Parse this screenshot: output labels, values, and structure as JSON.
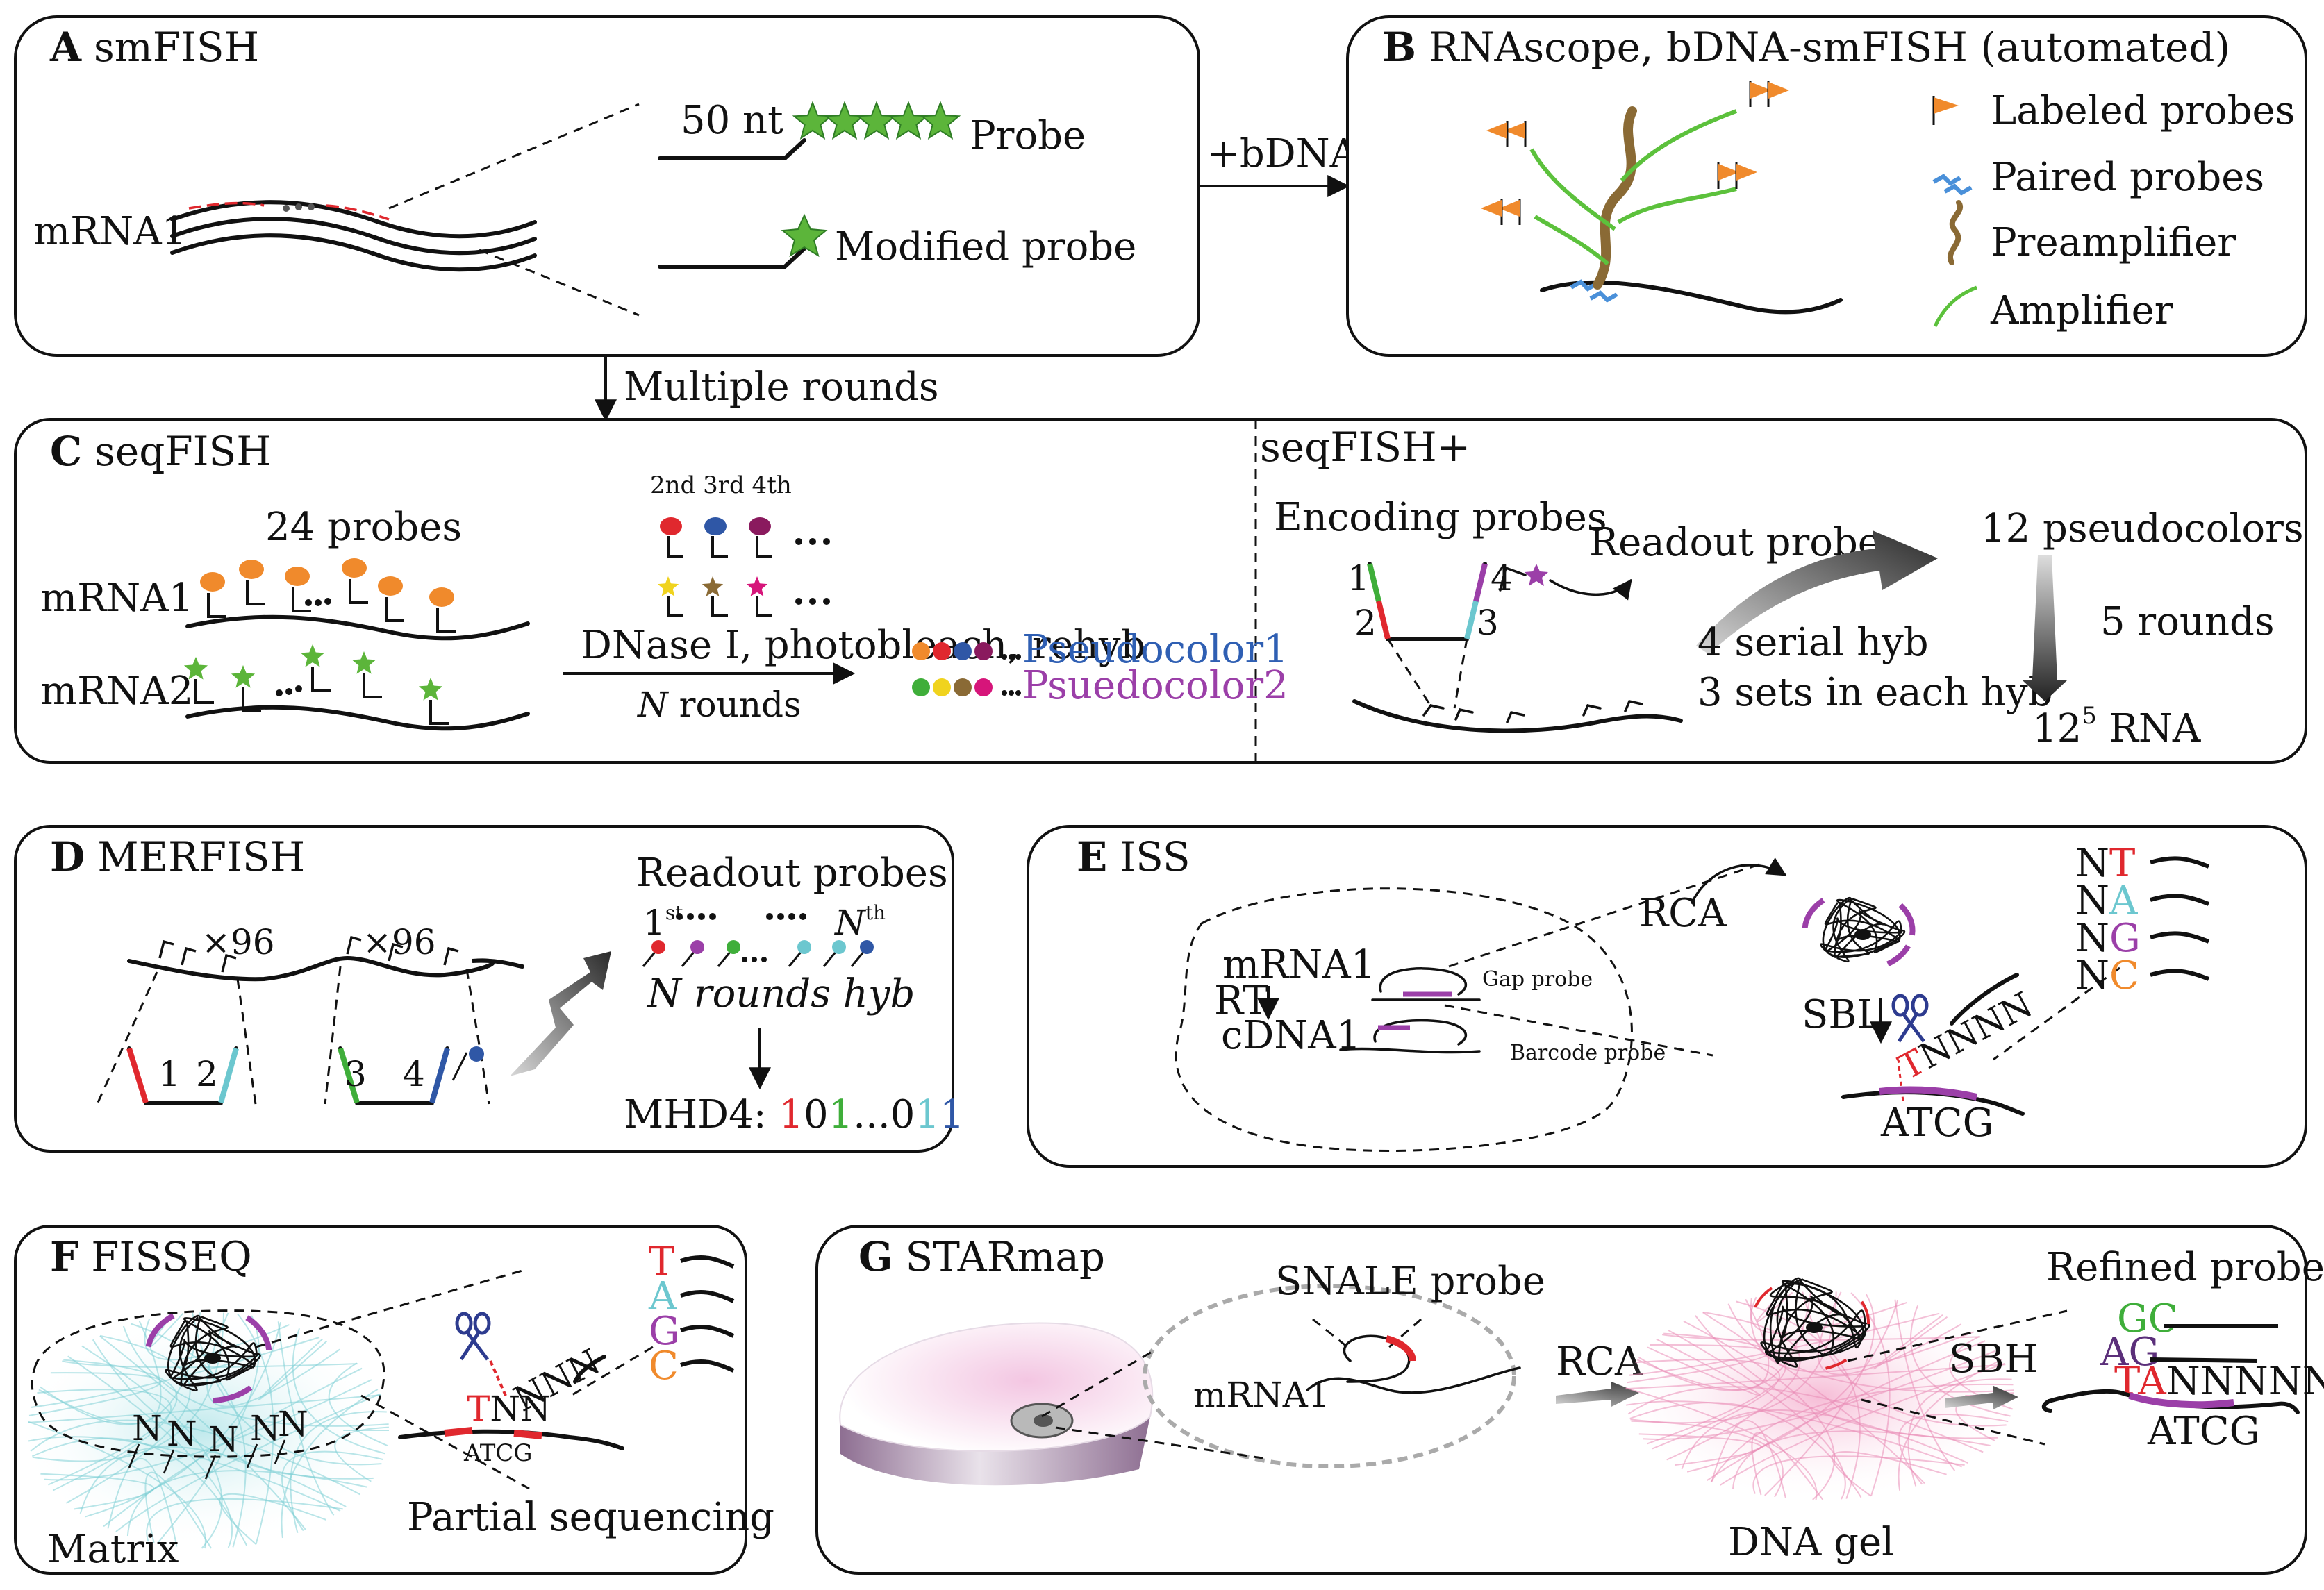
{
  "panels": {
    "A": {
      "letter": "A",
      "title": "smFISH",
      "mrna": "mRNA1",
      "nt": "50 nt",
      "probe": "Probe",
      "modified": "Modified probe"
    },
    "B": {
      "letter": "B",
      "title": "RNAscope, bDNA-smFISH (automated)",
      "legend": [
        "Labeled probes",
        "Paired probes",
        "Preamplifier",
        "Amplifier"
      ]
    },
    "AB_arrow": "+bDNA",
    "AC_arrow": "Multiple rounds",
    "C": {
      "letter": "C",
      "title": "seqFISH",
      "probes": "24 probes",
      "mrna1": "mRNA1",
      "mrna2": "mRNA2",
      "rounds_hdr": "2nd 3rd 4th",
      "process": "DNase I, photobleach, rehyb",
      "n": "N",
      "n_rounds": " rounds",
      "pc1": "Pseudocolor1",
      "pc2": "Psuedocolor2",
      "plus_title": "seqFISH+",
      "encoding": "Encoding probes",
      "readout": "Readout probe",
      "pseudocolors": "12 pseudocolors",
      "five_rounds": "5 rounds",
      "serial": "4 serial hyb",
      "sets": "3 sets in each hyb",
      "rna_base": "12",
      "rna_exp": "5",
      "rna_unit": " RNA",
      "n1": "1",
      "n2": "2",
      "n3": "3",
      "n4": "4"
    },
    "D": {
      "letter": "D",
      "title": "MERFISH",
      "x96": "×96",
      "readout": "Readout probes",
      "first": "1",
      "first_sup": "st",
      "nth": "N",
      "nth_sup": "th",
      "n_hyb": "N rounds hyb",
      "mhd": "MHD4: ",
      "code1": "1",
      "code2": "0",
      "code3": "1",
      "code4": "...0",
      "code5": "1",
      "code6": "1",
      "n1": "1",
      "n2": "2",
      "n3": "3",
      "n4": "4"
    },
    "E": {
      "letter": "E",
      "title": "ISS",
      "mrna": "mRNA1",
      "rt": "RT",
      "cdna": "cDNA1",
      "gap": "Gap probe",
      "barcode": "Barcode probe",
      "rca": "RCA",
      "sbl": "SBL",
      "tnnnn_t": "T",
      "tnnnn_rest": "NNNN",
      "atcg": "ATCG",
      "bases": [
        "T",
        "A",
        "G",
        "C"
      ],
      "n": "N"
    },
    "F": {
      "letter": "F",
      "title": "FISSEQ",
      "matrix": "Matrix",
      "partial": "Partial sequencing",
      "tnn_t": "T",
      "tnn_rest": "NN",
      "nnn": "NNN",
      "atcg": "ATCG",
      "bases": [
        "T",
        "A",
        "G",
        "C"
      ],
      "n": "N"
    },
    "G": {
      "letter": "G",
      "title": "STARmap",
      "snale": "SNALE probe",
      "mrna": "mRNA1",
      "rca": "RCA",
      "gel": "DNA gel",
      "sbh": "SBH",
      "refined": "Refined probe",
      "gc": "GC",
      "ag": "AG",
      "ta": "TA",
      "nnnnn": "NNNNN",
      "atcg": "ATCG"
    }
  },
  "colors": {
    "red": "#e0282e",
    "green": "#3fae3a",
    "cyan": "#6cc7cf",
    "blue": "#2f57a6",
    "purple": "#9b3fa8",
    "orange": "#f08a2c",
    "brown": "#8a6a35",
    "navy": "#2d3b8f",
    "yellow": "#f0d31e",
    "star": "#5cb53a"
  }
}
